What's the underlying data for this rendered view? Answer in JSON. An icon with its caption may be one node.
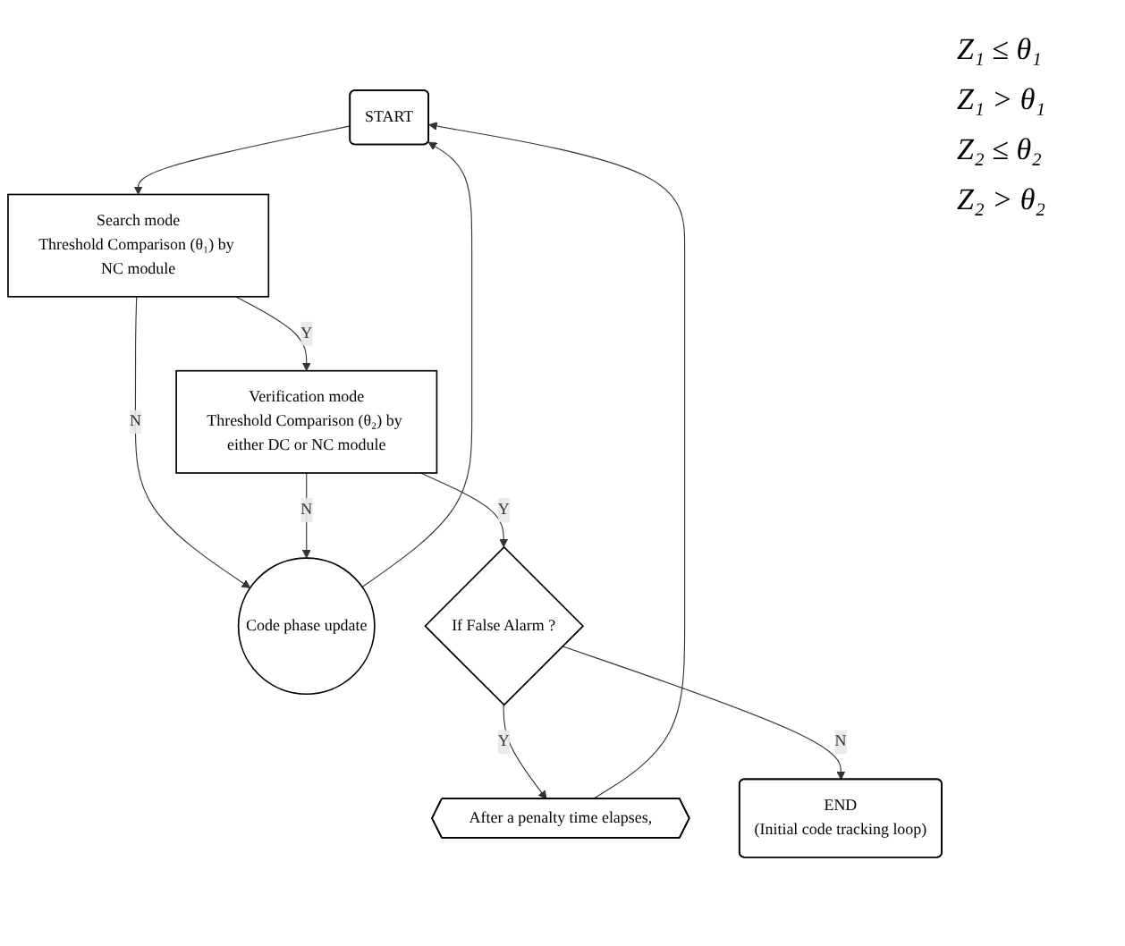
{
  "diagram": {
    "nodes": [
      {
        "text": [
          "START"
        ]
      },
      {
        "text": [
          "Code phase update"
        ]
      },
      {
        "text": [
          "Search mode",
          "Threshold Comparison (θ₁) by NC module"
        ]
      },
      {
        "text": [
          "After a penalty time elapses,"
        ]
      },
      {
        "text": [
          "Verification mode",
          "Threshold Comparison (θ₂) by either DC or NC module"
        ]
      },
      {
        "text": [
          "If False Alarm ?"
        ]
      },
      {
        "text": [
          "END",
          "(Initial code tracking loop)"
        ]
      }
    ],
    "edges": [
      {
        "from": 0,
        "to": 2,
        "arrow": "to"
      },
      {
        "from": 2,
        "to": 1,
        "arrow": "to",
        "label": "N"
      },
      {
        "from": 1,
        "to": 0,
        "arrow": "to"
      },
      {
        "from": 2,
        "to": 4,
        "arrow": "to",
        "label": "Y"
      },
      {
        "from": 4,
        "to": 1,
        "arrow": "to",
        "label": "N"
      },
      {
        "from": 4,
        "to": 5,
        "arrow": "to",
        "label": "Y"
      },
      {
        "from": 5,
        "to": 3,
        "arrow": "to",
        "label": "Y"
      },
      {
        "from": 3,
        "to": 0,
        "arrow": "to"
      },
      {
        "from": 5,
        "to": 6,
        "arrow": "to",
        "label": "N"
      }
    ],
    "labels": [
      "Z₁ ≤ θ₁",
      "Z₁ > θ₁",
      "Z₂ ≤ θ₂",
      "Z₂ > θ₂"
    ]
  }
}
